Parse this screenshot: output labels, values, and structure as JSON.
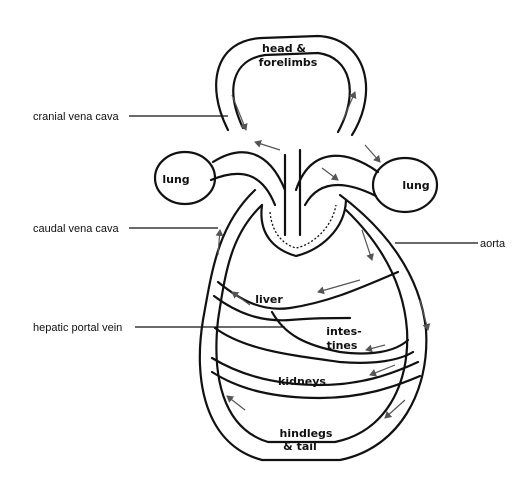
{
  "organs": {
    "head_line1": "head &",
    "head_line2": "forelimbs",
    "lung_left": "lung",
    "lung_right": "lung",
    "liver": "liver",
    "intestines_line1": "intes-",
    "intestines_line2": "tines",
    "kidneys": "kidneys",
    "hindlegs_line1": "hindlegs",
    "hindlegs_line2": "& tail"
  },
  "labels": {
    "cranial_vena_cava": "cranial vena cava",
    "caudal_vena_cava": "caudal vena cava",
    "hepatic_portal_vein": "hepatic portal vein",
    "aorta": "aorta"
  }
}
